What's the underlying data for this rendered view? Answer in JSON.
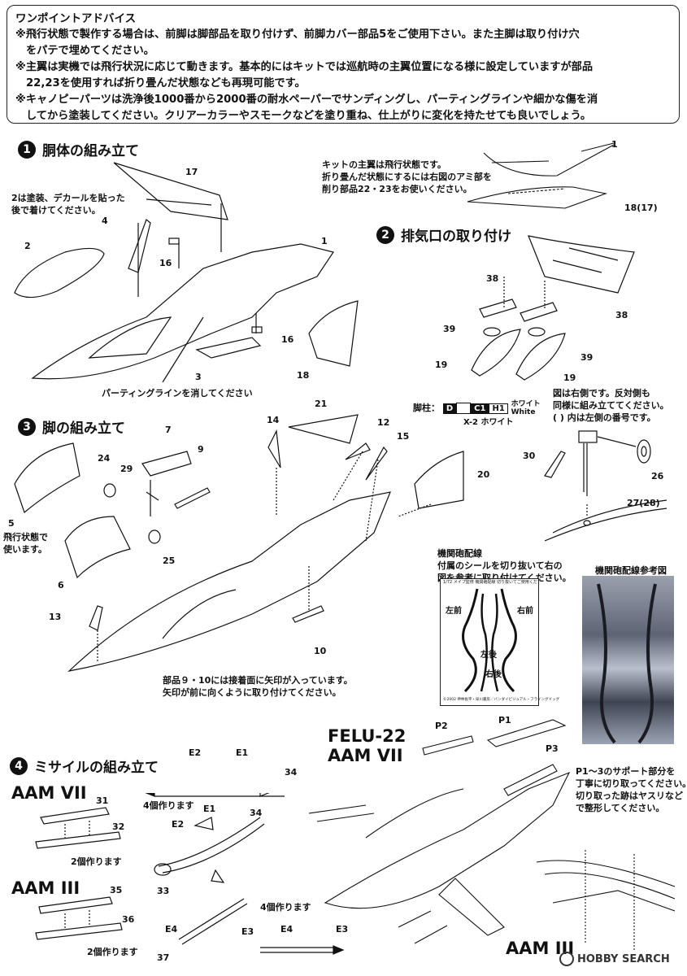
{
  "advice": {
    "title": "ワンポイントアドバイス",
    "line1a": "※飛行状態で製作する場合は、前脚は脚部品を取り付けず、前脚カバー部品5をご使用下さい。また主脚は取り付け穴",
    "line1b": "をパテで埋めてください。",
    "line2a": "※主翼は実機では飛行状況に応じて動きます。基本的にはキットでは巡航時の主翼位置になる様に設定していますが部品",
    "line2b": "22,23を使用すれば折り畳んだ状態なども再現可能です。",
    "line3a": "※キャノピーパーツは洗浄後1000番から2000番の耐水ペーパーでサンディングし、パーティングラインや細かな傷を消",
    "line3b": "してから塗装してください。クリアーカラーやスモークなどを塗り重ね、仕上がりに変化を持たせても良いでしょう。"
  },
  "step1": {
    "num": "1",
    "title": "胴体の組み立て",
    "note_decal": [
      "2は塗装、デカールを貼った",
      "後で着けてください。"
    ],
    "note_wing": [
      "キットの主翼は飛行状態です。",
      "折り畳んだ状態にするには右図のアミ部を",
      "削り部品22・23をお使いください。"
    ],
    "parting_note": "パーティングラインを消してください",
    "parts": {
      "p17": "17",
      "p4": "4",
      "p2": "2",
      "p16a": "16",
      "p1": "1",
      "p16b": "16",
      "p18": "18",
      "p3": "3",
      "p1b": "1",
      "p18b": "18(17)"
    }
  },
  "step2": {
    "num": "2",
    "title": "排気口の取り付け",
    "parts": {
      "p38a": "38",
      "p38b": "38",
      "p39a": "39",
      "p39b": "39",
      "p19a": "19",
      "p19b": "19"
    }
  },
  "legcolor": {
    "label": "脚柱：",
    "d": "D",
    "c1": "C1",
    "h1": "H1",
    "white_jp": "ホワイト",
    "white_en": "White",
    "x2": "X-2 ホワイト"
  },
  "rightnote": [
    "図は右側です。反対側も",
    "同様に組み立ててください。",
    "( ) 内は左側の番号です。"
  ],
  "rightparts": {
    "p30": "30",
    "p26": "26",
    "p27": "27(28)"
  },
  "step3": {
    "num": "3",
    "title": "脚の組み立て",
    "parts": {
      "p7": "7",
      "p24": "24",
      "p29": "29",
      "p9": "9",
      "p14": "14",
      "p21": "21",
      "p12": "12",
      "p15": "15",
      "p20": "20",
      "p5": "5",
      "p25": "25",
      "p6": "6",
      "p13": "13",
      "p10": "10"
    },
    "flight_note": [
      "飛行状態で",
      "使います。"
    ],
    "arrow_note": [
      "部品９・10には接着面に矢印が入っています。",
      "矢印が前に向くように取り付けてください。"
    ]
  },
  "gun": {
    "title": "機関砲配線",
    "note": [
      "付属のシールを切り抜いて右の",
      "図を参考に取り付けてください。"
    ],
    "seal_header": "1/72 メイプ監修  機関砲配線  切り抜いてご使用ください。",
    "front_left": "左前",
    "front_right": "右前",
    "rear_left": "左後",
    "rear_right": "右後",
    "copyright": "©2002 神林長平・早川書房／バンダイビジュアル・フライングドッグ",
    "photo_title": "機関砲配線参考図"
  },
  "step4": {
    "num": "4",
    "title": "ミサイルの組み立て",
    "aam7": "AAM VII",
    "aam3": "AAM III",
    "make2a": "2個作ります",
    "make2b": "2個作ります",
    "make4a": "4個作ります",
    "make4b": "4個作ります",
    "parts": {
      "p31": "31",
      "p32": "32",
      "p35": "35",
      "p36": "36",
      "p37": "37",
      "e2a": "E2",
      "e1a": "E1",
      "p34a": "34",
      "e1b": "E1",
      "e2b": "E2",
      "p34b": "34",
      "p33": "33",
      "e4a": "E4",
      "e3a": "E3",
      "e4b": "E4",
      "e3b": "E3"
    }
  },
  "felu": {
    "title1": "FELU-22",
    "title2": "AAM VII",
    "p1": "P1",
    "p2": "P2",
    "p3": "P3",
    "note": [
      "P1～3のサポート部分を",
      "丁寧に切り取ってください。",
      "切り取った跡はヤスリなど",
      "で整形してください。"
    ],
    "aam3": "AAM III"
  },
  "watermark": "HOBBY SEARCH"
}
